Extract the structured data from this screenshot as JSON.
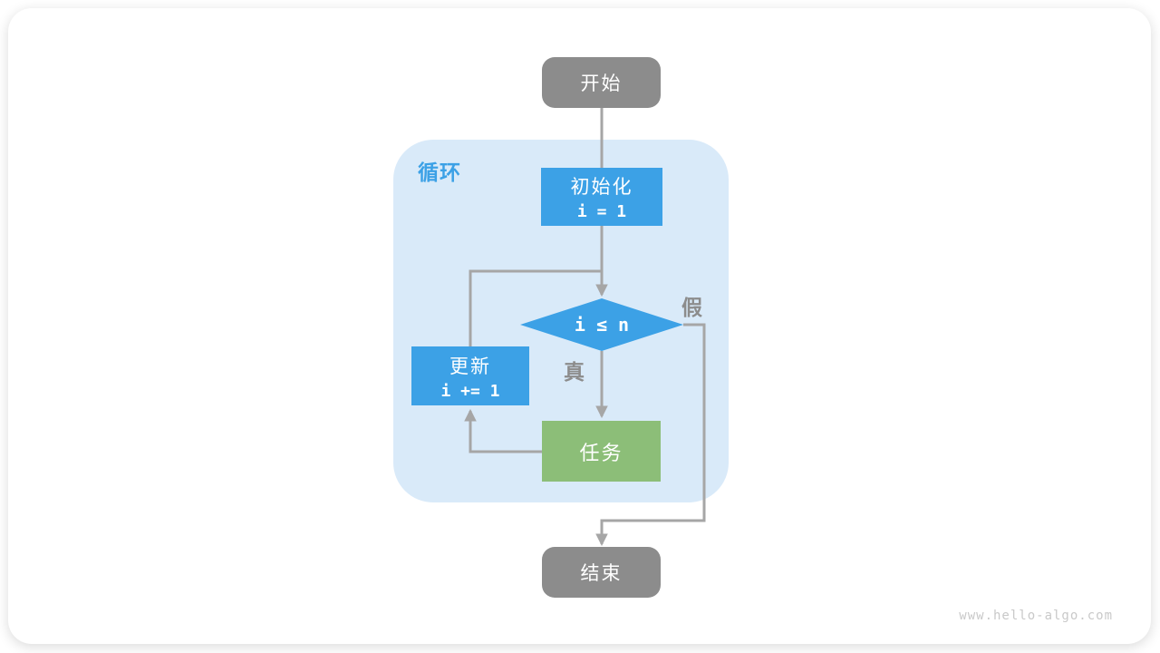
{
  "diagram": {
    "start_label": "开始",
    "loop_label": "循环",
    "init_node": {
      "title": "初始化",
      "code": "i = 1"
    },
    "condition_node": {
      "code": "i ≤ n"
    },
    "branch_true_label": "真",
    "branch_false_label": "假",
    "update_node": {
      "title": "更新",
      "code": "i += 1"
    },
    "task_label": "任务",
    "end_label": "结束"
  },
  "watermark": "www.hello-algo.com",
  "colors": {
    "node_blue": "#3CA1E6",
    "node_green": "#8CBE78",
    "node_gray": "#8C8C8C",
    "loop_container_bg": "#D9EAF9",
    "connector_gray": "#A6A6A6",
    "branch_label_gray": "#8C8C8C",
    "watermark_gray": "#C9C9C9"
  }
}
